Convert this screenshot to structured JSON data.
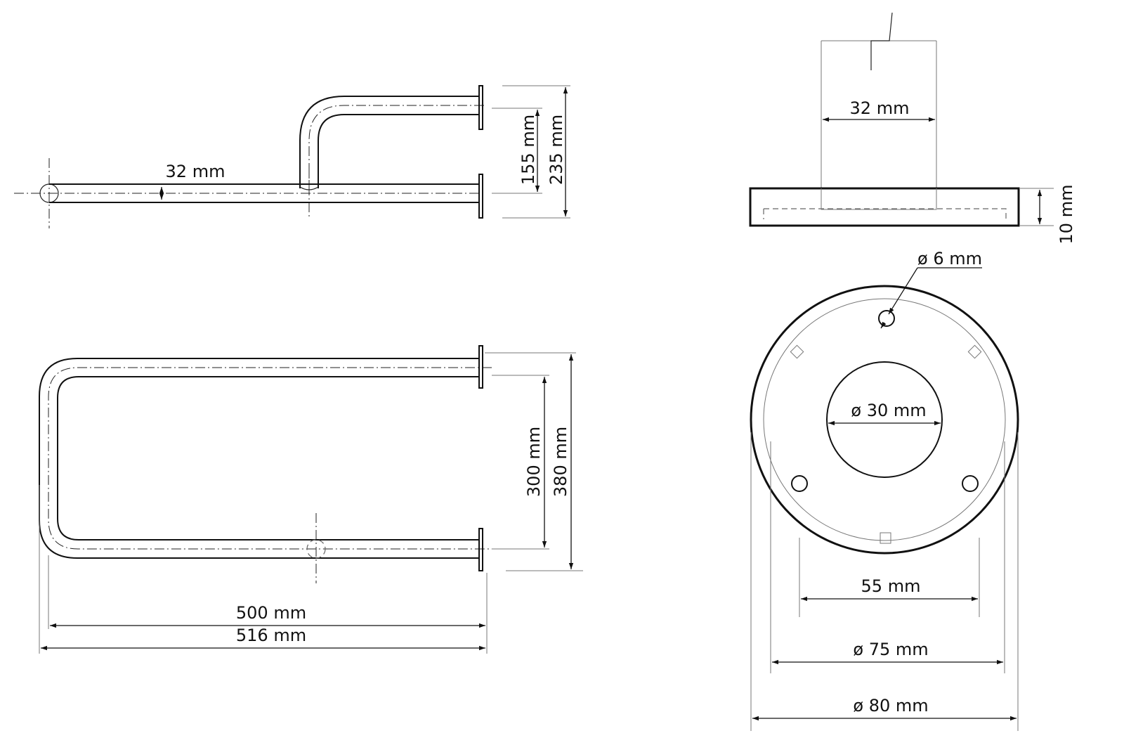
{
  "views": {
    "side_view": {
      "tube_diameter": "32 mm",
      "inner_offset": "155 mm",
      "outer_offset": "235 mm"
    },
    "top_view": {
      "inner_depth": "300 mm",
      "outer_depth": "380 mm",
      "inner_length": "500 mm",
      "outer_length": "516 mm"
    },
    "flange_section": {
      "tube_diameter": "32 mm",
      "plate_thickness": "10 mm"
    },
    "flange_plan": {
      "screw_hole": "ø 6 mm",
      "center_hole": "ø 30 mm",
      "hole_spacing": "55 mm",
      "inner_diameter": "ø 75 mm",
      "outer_diameter": "ø 80 mm"
    }
  }
}
